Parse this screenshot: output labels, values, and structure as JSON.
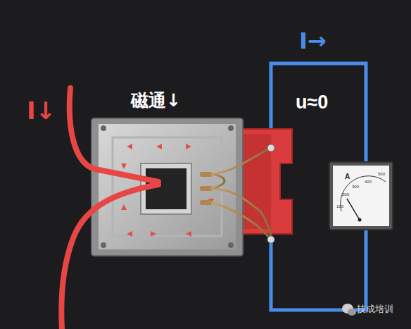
{
  "diagram": {
    "labels": [
      "I↓",
      "磁通↓",
      "I→",
      "u≈0",
      "A",
      "100",
      "200",
      "300",
      "400",
      "500",
      "技成培训"
    ]
  }
}
